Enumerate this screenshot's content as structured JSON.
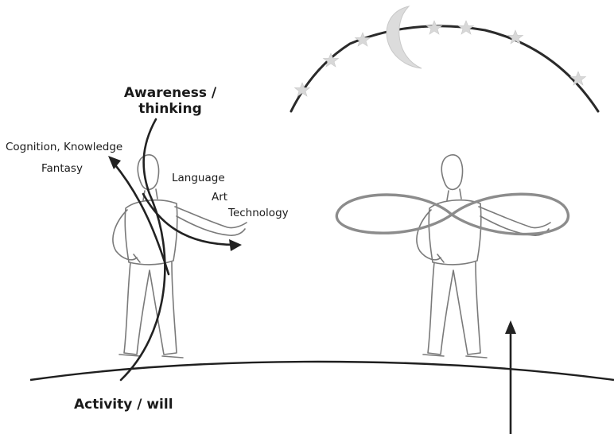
{
  "labels": {
    "awareness_line1": "Awareness /",
    "awareness_line2": "thinking",
    "activity": "Activity / will",
    "cognition": "Cognition, Knowledge",
    "fantasy": "Fantasy",
    "language": "Language",
    "art": "Art",
    "technology": "Technology"
  },
  "colors": {
    "stroke": "#1f1f1f",
    "sketch": "#7a7a7a",
    "figure_eight": "#8c8c8c",
    "moon": "#dcdcdc",
    "stars": "#d8d8d8"
  }
}
